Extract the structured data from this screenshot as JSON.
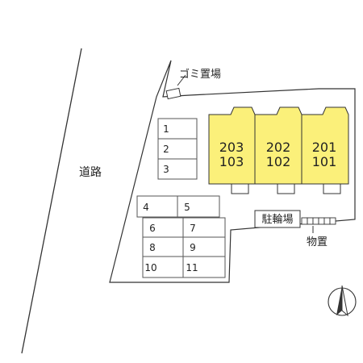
{
  "labels": {
    "road": "道路",
    "garbage": "ゴミ置場",
    "bicycle_parking": "駐輪場",
    "storage": "物置"
  },
  "units": [
    {
      "upper": "203",
      "lower": "103"
    },
    {
      "upper": "202",
      "lower": "102"
    },
    {
      "upper": "201",
      "lower": "101"
    }
  ],
  "parking": [
    "1",
    "2",
    "3",
    "4",
    "5",
    "6",
    "7",
    "8",
    "9",
    "10",
    "11"
  ],
  "colors": {
    "building": "#fbf07a",
    "outline": "#333333",
    "background": "#ffffff"
  },
  "icons": {
    "north": "north-arrow-icon"
  }
}
